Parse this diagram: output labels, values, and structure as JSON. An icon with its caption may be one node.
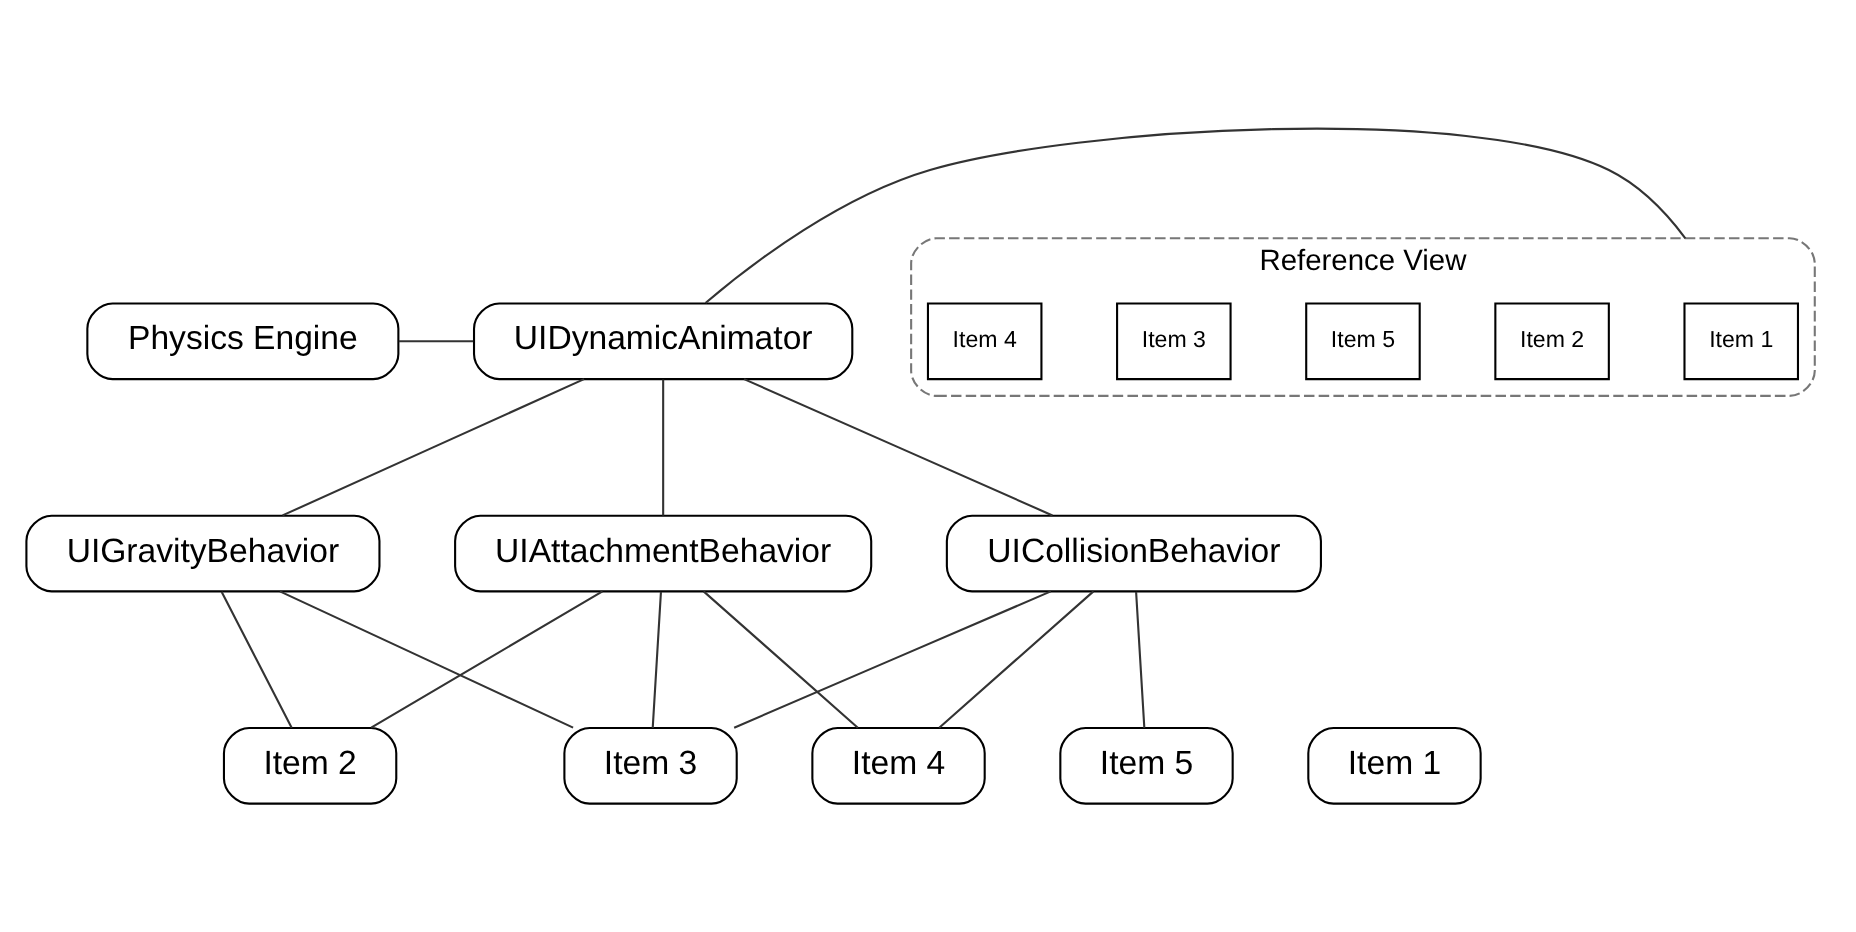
{
  "diagram": {
    "nodes": [
      {
        "text": [
          "Physics Engine"
        ]
      },
      {
        "text": [
          "UIDynamicAnimator"
        ]
      },
      {
        "text": [
          "Reference View"
        ]
      },
      {
        "text": [
          "Item 1"
        ],
        "in": 2
      },
      {
        "text": [
          "Item 2"
        ],
        "in": 2
      },
      {
        "text": [
          "Item 5"
        ],
        "in": 2
      },
      {
        "text": [
          "Item 3"
        ],
        "in": 2
      },
      {
        "text": [
          "Item 4"
        ],
        "in": 2
      },
      {
        "text": [
          "UIGravityBehavior"
        ]
      },
      {
        "text": [
          "UIAttachmentBehavior"
        ]
      },
      {
        "text": [
          "UICollisionBehavior"
        ]
      },
      {
        "text": [
          "Item 1"
        ]
      },
      {
        "text": [
          "Item 2"
        ]
      },
      {
        "text": [
          "Item 3"
        ]
      },
      {
        "text": [
          "Item 4"
        ]
      },
      {
        "text": [
          "Item 5"
        ]
      }
    ],
    "edges": [
      {
        "from": 0,
        "to": 1,
        "arrow": "none"
      },
      {
        "from": 1,
        "to": 2,
        "arrow": "none"
      },
      {
        "from": 1,
        "to": 8,
        "arrow": "none"
      },
      {
        "from": 1,
        "to": 9,
        "arrow": "none"
      },
      {
        "from": 1,
        "to": 10,
        "arrow": "none"
      },
      {
        "from": 8,
        "to": 12,
        "arrow": "none"
      },
      {
        "from": 8,
        "to": 13,
        "arrow": "none"
      },
      {
        "from": 9,
        "to": 12,
        "arrow": "none"
      },
      {
        "from": 9,
        "to": 13,
        "arrow": "none"
      },
      {
        "from": 9,
        "to": 14,
        "arrow": "none"
      },
      {
        "from": 10,
        "to": 13,
        "arrow": "none"
      },
      {
        "from": 10,
        "to": 14,
        "arrow": "none"
      },
      {
        "from": 10,
        "to": 15,
        "arrow": "none"
      }
    ]
  }
}
